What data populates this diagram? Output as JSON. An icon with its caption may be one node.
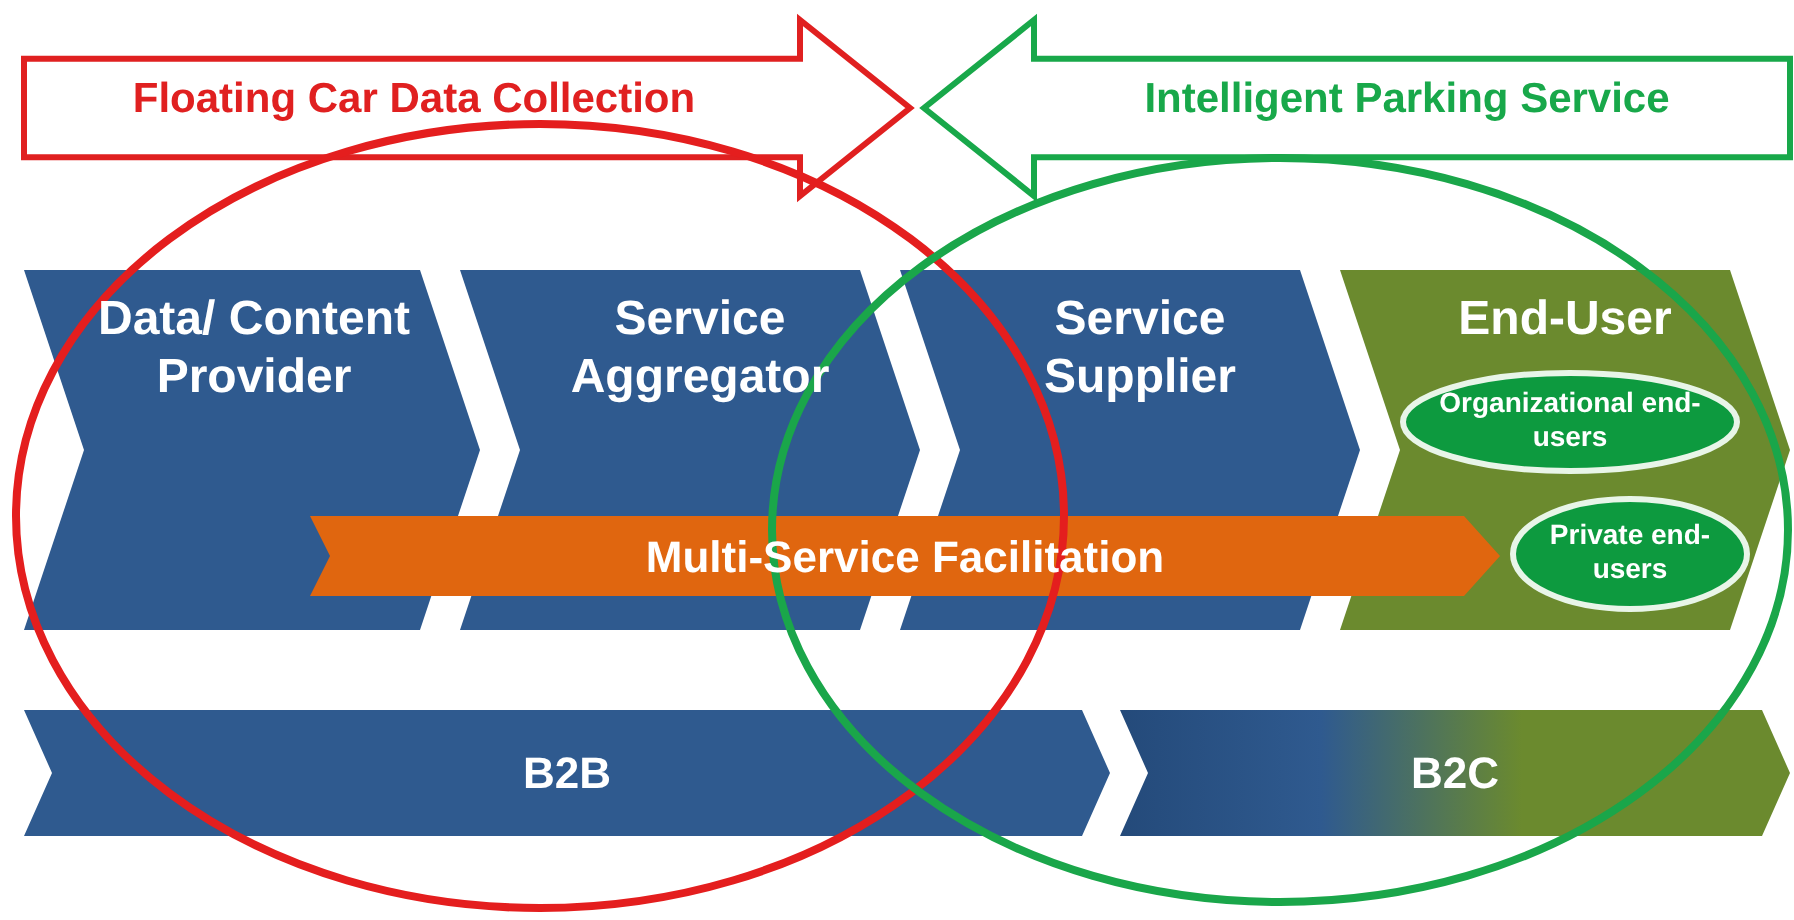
{
  "diagram": {
    "nodes": [
      {
        "text": [
          "Floating Car Data Collection"
        ]
      },
      {
        "text": [
          "Intelligent Parking Service"
        ]
      },
      {
        "text": [
          "Data/ Content Provider"
        ]
      },
      {
        "text": [
          "Service Aggregator"
        ]
      },
      {
        "text": [
          "Service Supplier"
        ]
      },
      {
        "text": [
          "End-User"
        ]
      },
      {
        "text": [
          "Organizational end-users"
        ],
        "in": 5
      },
      {
        "text": [
          "Private end-users"
        ],
        "in": 5
      },
      {
        "text": [
          "Multi-Service Facilitation"
        ]
      },
      {
        "text": [
          "B2B"
        ]
      },
      {
        "text": [
          "B2C"
        ]
      }
    ]
  }
}
